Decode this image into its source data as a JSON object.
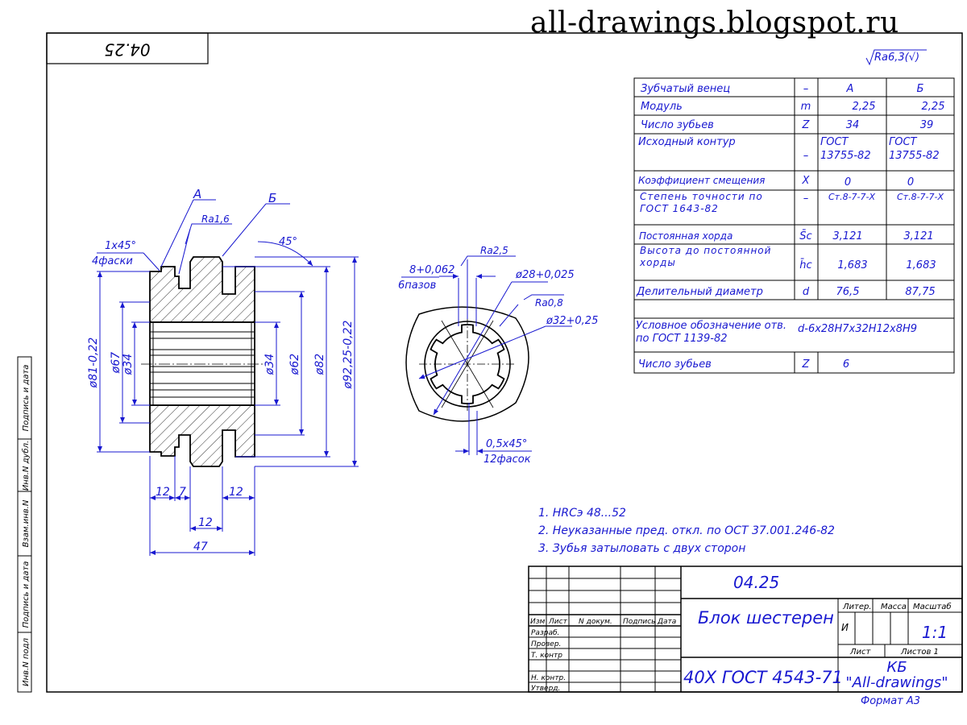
{
  "watermark": "all-drawings.blogspot.ru",
  "corner_code": "04.25",
  "roughness_general": "Ra6,3(√)",
  "gear_table": {
    "rows": [
      {
        "param": "Зубчатый венец",
        "sym": "–",
        "a": "А",
        "b": "Б"
      },
      {
        "param": "Модуль",
        "sym": "m",
        "a": "2,25",
        "b": "2,25"
      },
      {
        "param": "Число зубьев",
        "sym": "Z",
        "a": "34",
        "b": "39"
      },
      {
        "param": "Исходный контур",
        "sym": "–",
        "a": "ГОСТ 13755-82",
        "b": "ГОСТ 13755-82"
      },
      {
        "param": "Коэффициент смещения",
        "sym": "X",
        "a": "0",
        "b": "0"
      },
      {
        "param": "Степень точности по ГОСТ 1643-82",
        "sym": "–",
        "a": "Ст.8-7-7-Х",
        "b": "Ст.8-7-7-Х"
      },
      {
        "param": "Постоянная хорда",
        "sym": "S̄c",
        "a": "3,121",
        "b": "3,121"
      },
      {
        "param": "Высота до постоянной хорды",
        "sym": "h̄c",
        "a": "1,683",
        "b": "1,683"
      },
      {
        "param": "Делительный диаметр",
        "sym": "d",
        "a": "76,5",
        "b": "87,75"
      }
    ],
    "spline_designation_label": "Условное обозначение отв. по ГОСТ 1139-82",
    "spline_designation_value": "d-6x28H7x32H12x8H9",
    "spline_teeth_label": "Число зубьев",
    "spline_teeth_sym": "Z",
    "spline_teeth_value": "6"
  },
  "dimensions": {
    "label_a": "А",
    "label_b": "Б",
    "ra16": "Ra1,6",
    "chamfer": "1x45°",
    "chamfer_count": "4фаски",
    "angle45": "45°",
    "d81": "ø81-0,22",
    "d67": "ø67",
    "d34_left": "ø34",
    "d34_right": "ø34",
    "d62": "ø62",
    "d82": "ø82",
    "d9225": "ø92,25-0,22",
    "w12a": "12",
    "w7": "7",
    "w12b": "12",
    "w12c": "12",
    "w47": "47",
    "slot_width": "8+0,062",
    "slot_count": "6пазов",
    "ra25": "Ra2,5",
    "d28": "ø28+0,025",
    "ra08": "Ra0,8",
    "d32": "ø32+0,25",
    "chamfer2": "0,5x45°",
    "chamfer2_count": "12фасок"
  },
  "notes": [
    "1. HRCэ 48...52",
    "2. Неуказанные пред. откл. по ОСТ 37.001.246-82",
    "3. Зубья затыловать с двух сторон"
  ],
  "side_stamp": [
    "Инв.N подл",
    "Подпись и дата",
    "Взам.инв.N",
    "Инв.N дубл.",
    "Подпись и дата"
  ],
  "title_block": {
    "code": "04.25",
    "name": "Блок шестерен",
    "material": "40Х ГОСТ 4543-71",
    "org_line1": "КБ",
    "org_line2": "\"All-drawings\"",
    "format": "Формат А3",
    "col_izm": "Изм",
    "col_list": "Лист",
    "col_ndoc": "N докум.",
    "col_sign": "Подпись",
    "col_date": "Дата",
    "razrab": "Разраб.",
    "prover": "Провер.",
    "tkontr": "Т. контр",
    "nkontr": "Н. контр.",
    "utverd": "Утверд.",
    "liter": "Литер.",
    "massa": "Масса",
    "masshtab": "Масштаб",
    "liter_val": "И",
    "scale": "1:1",
    "sheet": "Лист",
    "sheets": "Листов 1"
  }
}
